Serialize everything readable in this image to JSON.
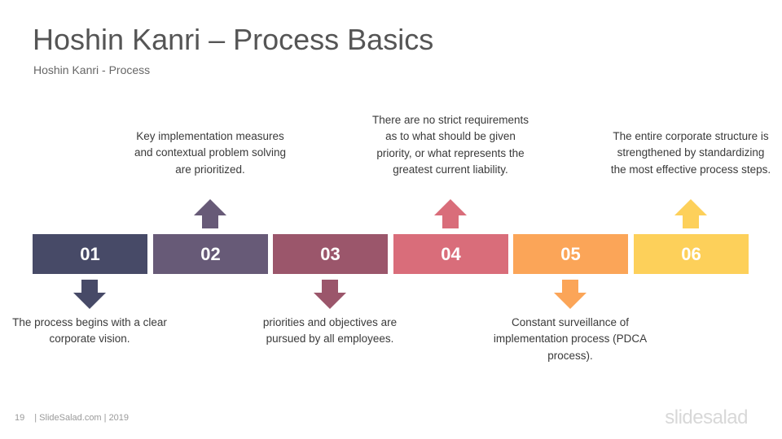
{
  "header": {
    "title": "Hoshin Kanri – Process Basics",
    "subtitle": "Hoshin Kanri - Process"
  },
  "steps": [
    {
      "number": "01",
      "color": "#474a67",
      "direction": "down",
      "text": "The process begins with a clear corporate vision."
    },
    {
      "number": "02",
      "color": "#675a77",
      "direction": "up",
      "text": "Key implementation measures and contextual problem solving are prioritized."
    },
    {
      "number": "03",
      "color": "#9b566b",
      "direction": "down",
      "text": "priorities and objectives are pursued by all employees."
    },
    {
      "number": "04",
      "color": "#d96d7a",
      "direction": "up",
      "text": "There are no strict requirements as to what should be given priority, or what represents the greatest current liability."
    },
    {
      "number": "05",
      "color": "#fba558",
      "direction": "down",
      "text": "Constant surveillance of implementation process (PDCA process)."
    },
    {
      "number": "06",
      "color": "#fdd05a",
      "direction": "up",
      "text": "The entire corporate structure is strengthened by standardizing the most effective process steps."
    }
  ],
  "footer": {
    "page_number": "19",
    "credit": "| SlideSalad.com | 2019",
    "logo": "slidesalad"
  }
}
